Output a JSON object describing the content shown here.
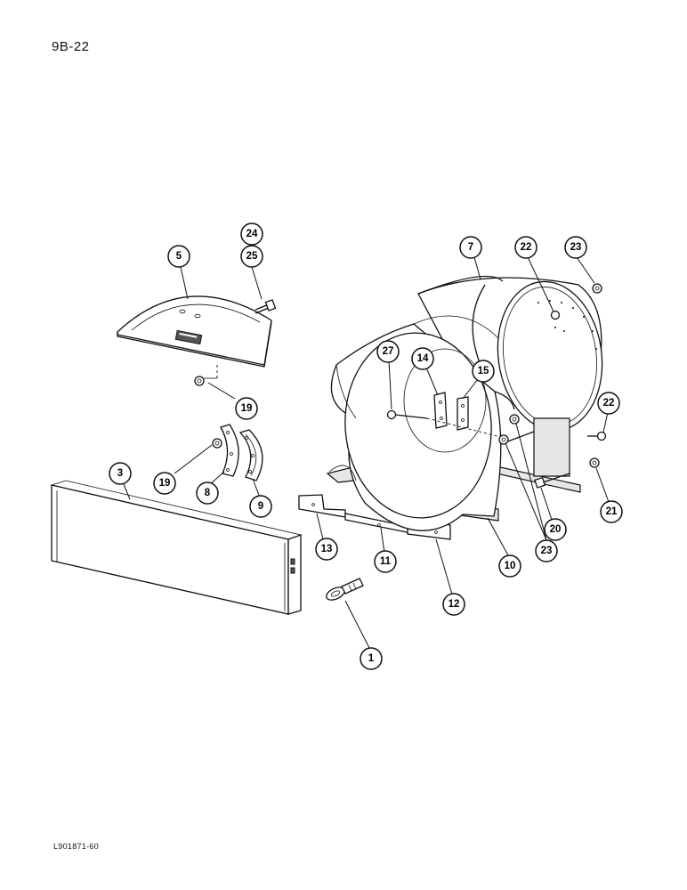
{
  "header": {
    "page_number": "9B-22"
  },
  "footer": {
    "figure_code": "L901871-60"
  },
  "callouts": [
    {
      "id": "c1",
      "label": "1"
    },
    {
      "id": "c3",
      "label": "3"
    },
    {
      "id": "c5",
      "label": "5"
    },
    {
      "id": "c7",
      "label": "7"
    },
    {
      "id": "c8",
      "label": "8"
    },
    {
      "id": "c9",
      "label": "9"
    },
    {
      "id": "c10",
      "label": "10"
    },
    {
      "id": "c11",
      "label": "11"
    },
    {
      "id": "c12",
      "label": "12"
    },
    {
      "id": "c13",
      "label": "13"
    },
    {
      "id": "c14",
      "label": "14"
    },
    {
      "id": "c15",
      "label": "15"
    },
    {
      "id": "c19a",
      "label": "19"
    },
    {
      "id": "c19b",
      "label": "19"
    },
    {
      "id": "c20",
      "label": "20"
    },
    {
      "id": "c21",
      "label": "21"
    },
    {
      "id": "c22a",
      "label": "22"
    },
    {
      "id": "c22b",
      "label": "22"
    },
    {
      "id": "c23a",
      "label": "23"
    },
    {
      "id": "c23b",
      "label": "23"
    },
    {
      "id": "c24",
      "label": "24"
    },
    {
      "id": "c25",
      "label": "25"
    },
    {
      "id": "c27",
      "label": "27"
    }
  ]
}
